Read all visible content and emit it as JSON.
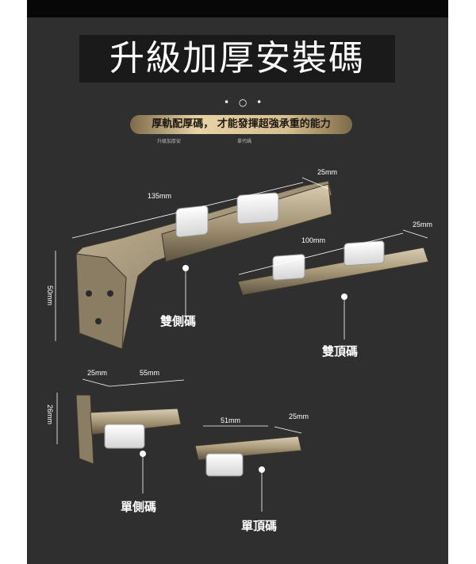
{
  "title": "升級加厚安裝碼",
  "indicator": "• ○ •",
  "banner": "厚軌配厚碼，  才能發揮超強承重的能力",
  "small_left": "升級加厚安",
  "small_right": "單代碼",
  "dims": {
    "d135": "135mm",
    "d25a": "25mm",
    "d25b": "25mm",
    "d100": "100mm",
    "d50": "50mm",
    "d25c": "25mm",
    "d55": "55mm",
    "d26": "26mm",
    "d51": "51mm",
    "d25d": "25mm"
  },
  "labels": {
    "double_side": "雙側碼",
    "double_top": "雙頂碼",
    "single_side": "單側碼",
    "single_top": "單頂碼"
  }
}
